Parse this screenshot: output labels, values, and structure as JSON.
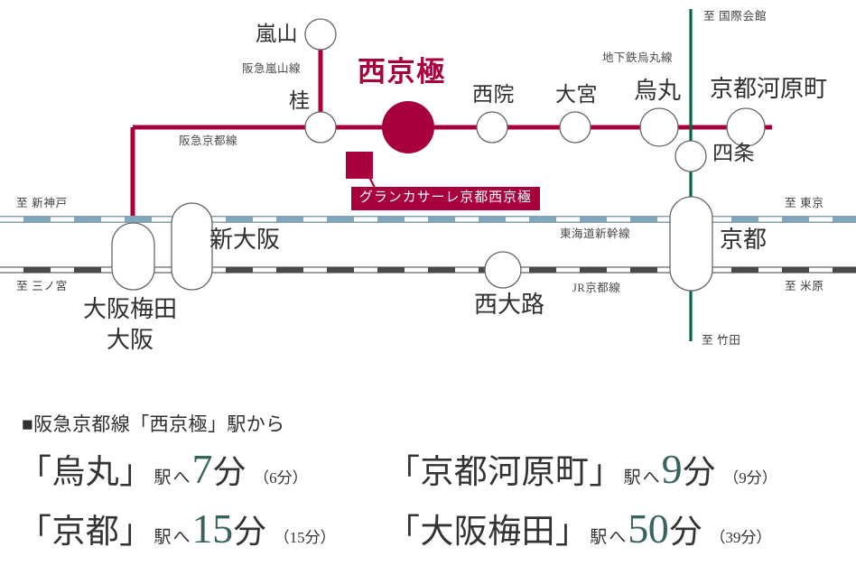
{
  "colors": {
    "hankyu_crimson": "#A8003C",
    "shinkansen_blue": "#7FA8BE",
    "jr_dark": "#4A4A4A",
    "subway_green": "#00693E",
    "time_number_teal": "#38635F",
    "text_dark": "#2F2F2F"
  },
  "map": {
    "property": {
      "marker_name": "property-marker",
      "callout_label": "グランカサーレ京都西京極"
    },
    "lines": [
      {
        "id": "hankyu-kyoto",
        "label": "阪急京都線",
        "color": "#A8003C"
      },
      {
        "id": "hankyu-arashiyama",
        "label": "阪急嵐山線",
        "color": "#A8003C"
      },
      {
        "id": "subway-karasuma",
        "label": "地下鉄烏丸線",
        "color": "#00693E"
      },
      {
        "id": "tokaido-shinkansen",
        "label": "東海道新幹線",
        "color": "#7FA8BE"
      },
      {
        "id": "jr-kyoto",
        "label": "JR京都線",
        "color": "#4A4A4A"
      }
    ],
    "stations": [
      {
        "id": "arashiyama",
        "label": "嵐山"
      },
      {
        "id": "katsura",
        "label": "桂"
      },
      {
        "id": "nishikyogoku",
        "label": "西京極"
      },
      {
        "id": "saiin",
        "label": "西院"
      },
      {
        "id": "omiya",
        "label": "大宮"
      },
      {
        "id": "karasuma",
        "label": "烏丸"
      },
      {
        "id": "kyoto-kawaramachi",
        "label": "京都河原町"
      },
      {
        "id": "shijo",
        "label": "四条"
      },
      {
        "id": "shin-osaka",
        "label": "新大阪"
      },
      {
        "id": "osaka-umeda",
        "label": "大阪梅田"
      },
      {
        "id": "osaka",
        "label": "大阪"
      },
      {
        "id": "nishioji",
        "label": "西大路"
      },
      {
        "id": "kyoto",
        "label": "京都"
      }
    ],
    "destinations": [
      {
        "id": "to-kokusaikaikan",
        "label": "至 国際会館"
      },
      {
        "id": "to-shin-kobe",
        "label": "至 新神戸"
      },
      {
        "id": "to-sannomiya",
        "label": "至 三ノ宮"
      },
      {
        "id": "to-tokyo",
        "label": "至 東京"
      },
      {
        "id": "to-maibara",
        "label": "至 米原"
      },
      {
        "id": "to-takeda",
        "label": "至 竹田"
      }
    ]
  },
  "times": {
    "heading": "■阪急京都線「西京極」駅から",
    "rows": [
      {
        "id": "to-karasuma",
        "open": "「",
        "station": "烏丸",
        "close": "」",
        "eki": "駅",
        "he": "へ",
        "minutes": "7",
        "fun": "分",
        "paren": "（6分）"
      },
      {
        "id": "to-kyoto-kawaramachi",
        "open": "「",
        "station": "京都河原町",
        "close": "」",
        "eki": "駅",
        "he": "へ",
        "minutes": "9",
        "fun": "分",
        "paren": "（9分）"
      },
      {
        "id": "to-kyoto",
        "open": "「",
        "station": "京都",
        "close": "」",
        "eki": "駅",
        "he": "へ",
        "minutes": "15",
        "fun": "分",
        "paren": "（15分）"
      },
      {
        "id": "to-osaka-umeda",
        "open": "「",
        "station": "大阪梅田",
        "close": "」",
        "eki": "駅",
        "he": "へ",
        "minutes": "50",
        "fun": "分",
        "paren": "（39分）"
      }
    ]
  }
}
